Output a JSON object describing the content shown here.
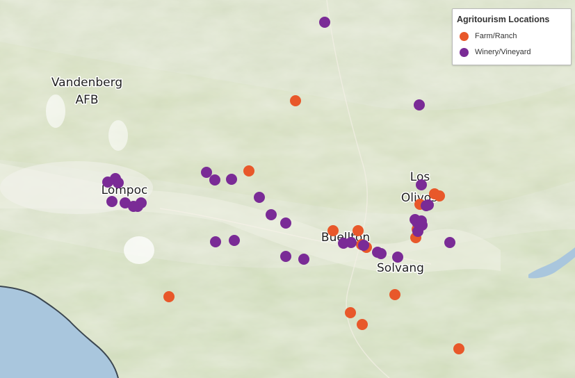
{
  "legend": {
    "title": "Agritourism Locations",
    "items": [
      {
        "label": "Farm/Ranch",
        "color": "#e8582a"
      },
      {
        "label": "Winery/Vineyard",
        "color": "#7a2b96"
      }
    ]
  },
  "places": {
    "vandenberg": [
      "Vandenberg",
      "AFB"
    ],
    "lompoc": "Lompoc",
    "los_olivos": [
      "Los",
      "Olivos"
    ],
    "buellton": "Buellton",
    "solvang": "Solvang"
  },
  "colors": {
    "farm": "#e8582a",
    "winery": "#7a2b96",
    "ocean": "#a9c6dd",
    "land": "#dfe6cf"
  },
  "markers": {
    "farm_ranch_count": 16,
    "winery_vineyard_count": 36
  }
}
